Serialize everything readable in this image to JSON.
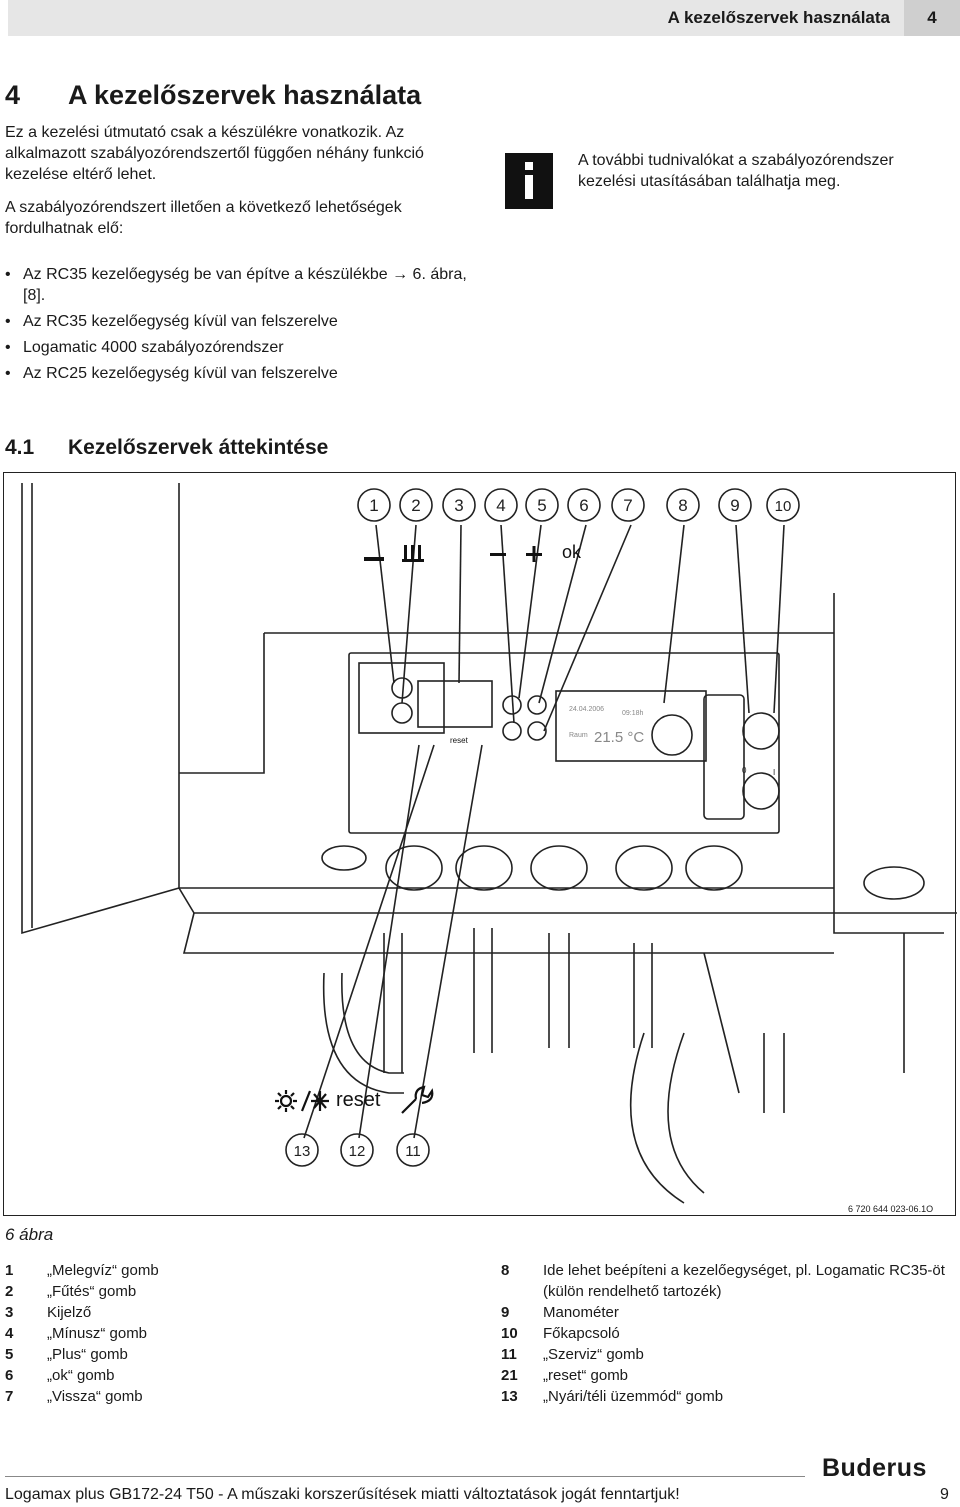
{
  "header": {
    "title": "A kezelőszervek használata",
    "page_badge": "4"
  },
  "chapter": {
    "number": "4",
    "title": "A kezelőszervek használata"
  },
  "intro": {
    "p1": "Ez a kezelési útmutató csak a készülékre vonatkozik. Az alkalmazott szabályozórendszertől függően néhány funkció kezelése eltérő lehet.",
    "p2": "A szabályozórendszert illetően a következő lehetőségek fordulhatnak elő:"
  },
  "bullets": [
    "Az RC35 kezelőegység be van építve a készülékbe → 6. ábra, [8].",
    "Az RC35 kezelőegység kívül van felszerelve",
    "Logamatic 4000 szabályozórendszer",
    "Az RC25 kezelőegység kívül van felszerelve"
  ],
  "info_box": {
    "icon": "info-icon",
    "text": "A további tudnivalókat a szabályozórendszer kezelési utasításában találhatja meg."
  },
  "section": {
    "number": "4.1",
    "title": "Kezelőszervek áttekintése"
  },
  "figure": {
    "callouts_top": [
      "1",
      "2",
      "3",
      "4",
      "5",
      "6",
      "7",
      "8",
      "9",
      "10"
    ],
    "callouts_bottom": [
      "13",
      "12",
      "11"
    ],
    "symbol_ok": "ok",
    "symbol_reset": "reset",
    "display_date": "24.04.2006",
    "display_time": "09:18h",
    "display_room": "Raum",
    "display_temp": "21.5 °C",
    "switch_off": "0",
    "switch_on": "I",
    "code": "6 720 644 023-06.1O",
    "caption": "6 ábra"
  },
  "legend_left": [
    {
      "num": "1",
      "label": "„Melegvíz“ gomb"
    },
    {
      "num": "2",
      "label": "„Fűtés“ gomb"
    },
    {
      "num": "3",
      "label": "Kijelző"
    },
    {
      "num": "4",
      "label": "„Mínusz“ gomb"
    },
    {
      "num": "5",
      "label": "„Plus“ gomb"
    },
    {
      "num": "6",
      "label": "„ok“ gomb"
    },
    {
      "num": "7",
      "label": "„Vissza“ gomb"
    }
  ],
  "legend_right": [
    {
      "num": "8",
      "label": "Ide lehet beépíteni a kezelőegységet, pl. Logamatic RC35-öt (külön rendelhető tartozék)"
    },
    {
      "num": "9",
      "label": "Manométer"
    },
    {
      "num": "10",
      "label": "Főkapcsoló"
    },
    {
      "num": "11",
      "label": "„Szerviz“ gomb"
    },
    {
      "num": "21",
      "label": "„reset“ gomb"
    },
    {
      "num": "13",
      "label": "„Nyári/téli üzemmód“ gomb"
    }
  ],
  "footer": {
    "text": "Logamax plus GB172-24 T50 - A műszaki korszerűsítések miatti változtatások jogát fenntartjuk!",
    "page": "9",
    "brand": "Buderus"
  }
}
